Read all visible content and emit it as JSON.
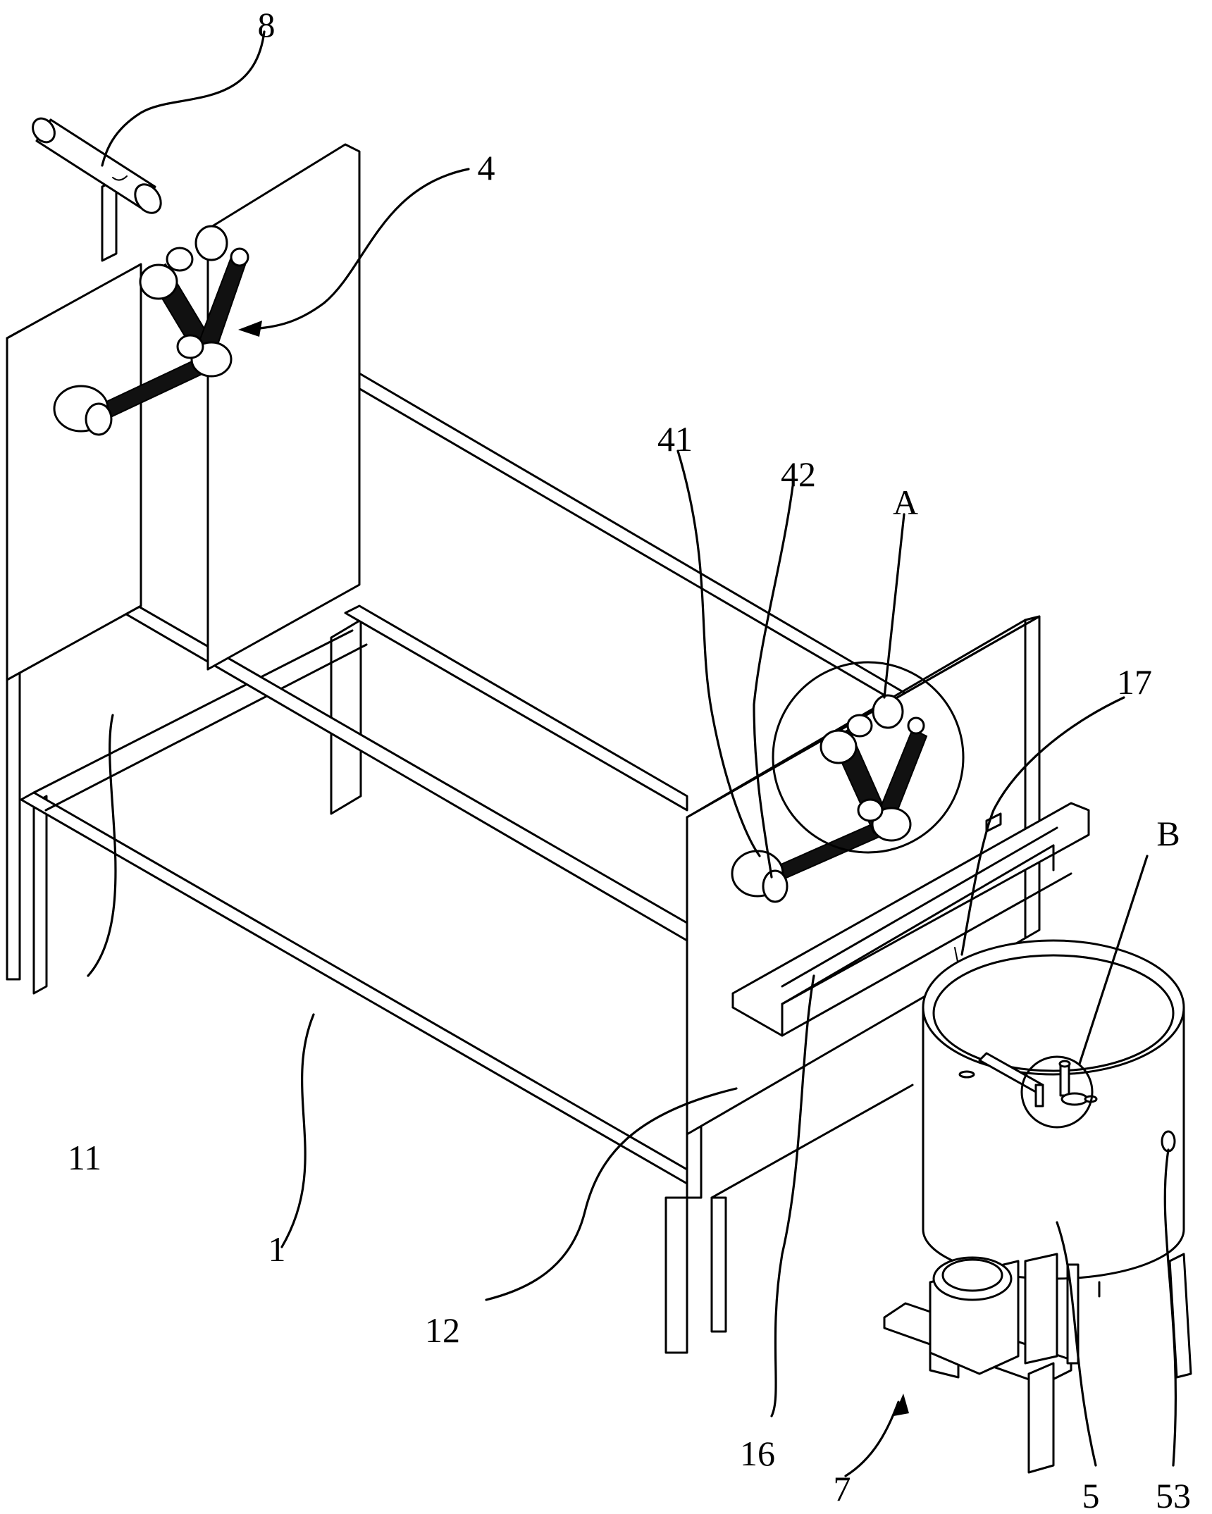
{
  "figure": {
    "labels": {
      "l8": "8",
      "l4": "4",
      "l41": "41",
      "l42": "42",
      "lA": "A",
      "l17": "17",
      "lB": "B",
      "l11": "11",
      "l1": "1",
      "l12": "12",
      "l16": "16",
      "l7": "7",
      "l5": "5",
      "l53": "53"
    }
  }
}
